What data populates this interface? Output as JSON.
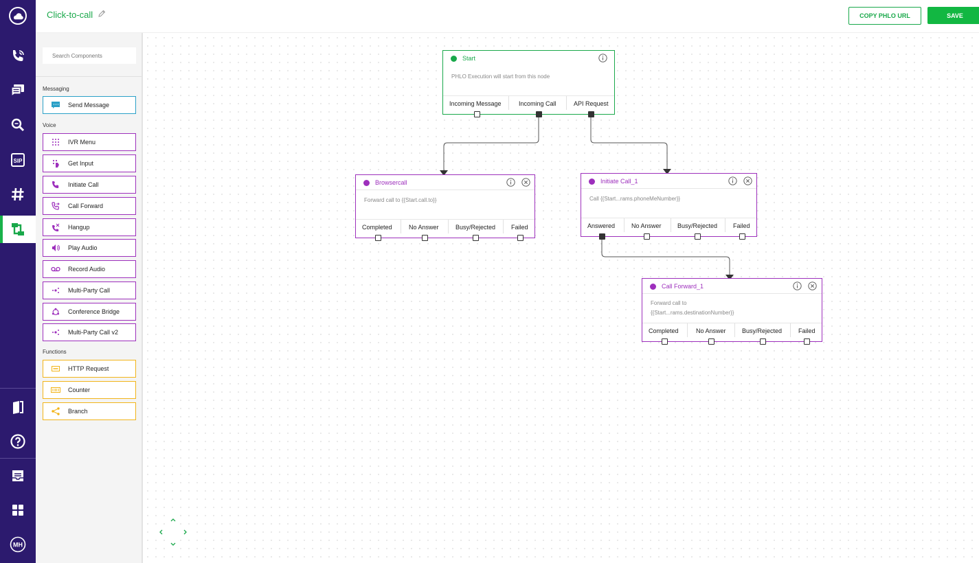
{
  "app": {
    "title": "Click-to-call",
    "copy_label": "COPY PHLO URL",
    "save_label": "SAVE"
  },
  "search": {
    "placeholder": "Search Components"
  },
  "sections": {
    "messaging": "Messaging",
    "voice": "Voice",
    "functions": "Functions"
  },
  "components": {
    "send_message": "Send Message",
    "ivr_menu": "IVR Menu",
    "get_input": "Get Input",
    "initiate_call": "Initiate Call",
    "call_forward": "Call Forward",
    "hangup": "Hangup",
    "play_audio": "Play Audio",
    "record_audio": "Record Audio",
    "multi_party_call": "Multi-Party Call",
    "conference_bridge": "Conference Bridge",
    "multi_party_call_v2": "Multi-Party Call v2",
    "http_request": "HTTP Request",
    "counter": "Counter",
    "branch": "Branch"
  },
  "nodes": {
    "start": {
      "title": "Start",
      "body": "PHLO Execution will start from this node",
      "outputs": [
        "Incoming Message",
        "Incoming Call",
        "API Request"
      ]
    },
    "browsercall": {
      "title": "Browsercall",
      "body": "Forward call to {{Start.call.to}}",
      "outputs": [
        "Completed",
        "No Answer",
        "Busy/Rejected",
        "Failed"
      ]
    },
    "initiate_call_1": {
      "title": "Initiate Call_1",
      "body": "Call {{Start...rams.phoneMeNumber}}",
      "outputs": [
        "Answered",
        "No Answer",
        "Busy/Rejected",
        "Failed"
      ]
    },
    "call_forward_1": {
      "title": "Call Forward_1",
      "body_line1": "Forward call to",
      "body_line2": "{{Start...rams.destinationNumber}}",
      "outputs": [
        "Completed",
        "No Answer",
        "Busy/Rejected",
        "Failed"
      ]
    }
  },
  "colors": {
    "brand_green": "#19a84a",
    "save_green": "#12b742",
    "rail": "#2c1a6e",
    "voice": "#9d2fbc",
    "messaging": "#2aa0c7",
    "functions": "#f2b418"
  },
  "icons": {
    "rail": [
      "cloud-logo-icon",
      "phone-call-icon",
      "messages-icon",
      "search-logs-icon",
      "sip-icon",
      "hash-number-icon",
      "phlo-flow-icon",
      "docs-book-icon",
      "help-icon",
      "inbox-icon",
      "apps-grid-icon",
      "user-avatar-icon"
    ],
    "avatar_initials": "MH"
  }
}
